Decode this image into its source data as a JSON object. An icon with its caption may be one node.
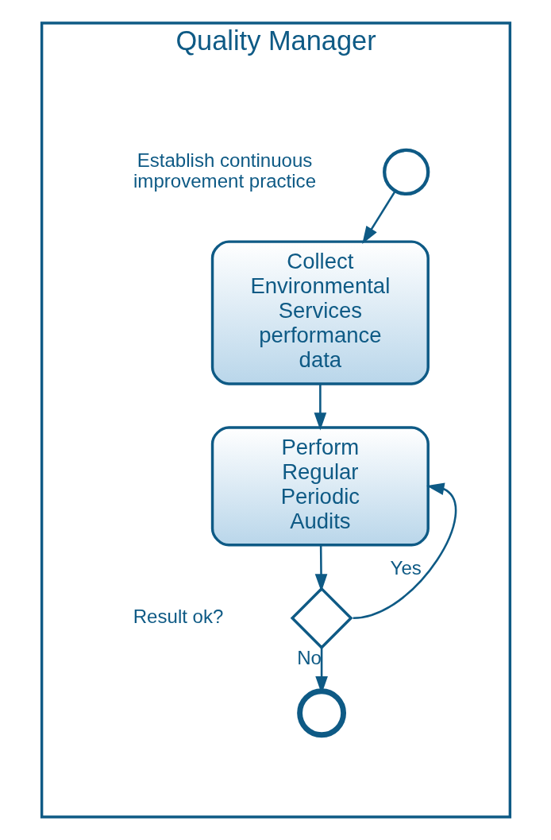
{
  "diagram": {
    "nodes": [
      {
        "text": [
          "Quality Manager"
        ]
      },
      {
        "text": [],
        "shape": "circle",
        "in": 0,
        "beside": [
          "Establish continuous improvement practice"
        ]
      },
      {
        "text": [
          "Collect Environmental Services performance data"
        ],
        "in": 0
      },
      {
        "text": [
          "Perform Regular Periodic Audits"
        ],
        "in": 0
      },
      {
        "text": [],
        "shape": "diamond",
        "in": 0,
        "beside": [
          "Result ok?"
        ]
      },
      {
        "text": [],
        "shape": "circle",
        "in": 0
      }
    ],
    "edges": [
      {
        "from": 1,
        "to": 2,
        "arrow": "to"
      },
      {
        "from": 2,
        "to": 3,
        "arrow": "to"
      },
      {
        "from": 3,
        "to": 4,
        "arrow": "to"
      },
      {
        "from": 4,
        "to": 3,
        "arrow": "to",
        "label": "Yes"
      },
      {
        "from": 4,
        "to": 5,
        "arrow": "to",
        "label": "No"
      }
    ]
  }
}
